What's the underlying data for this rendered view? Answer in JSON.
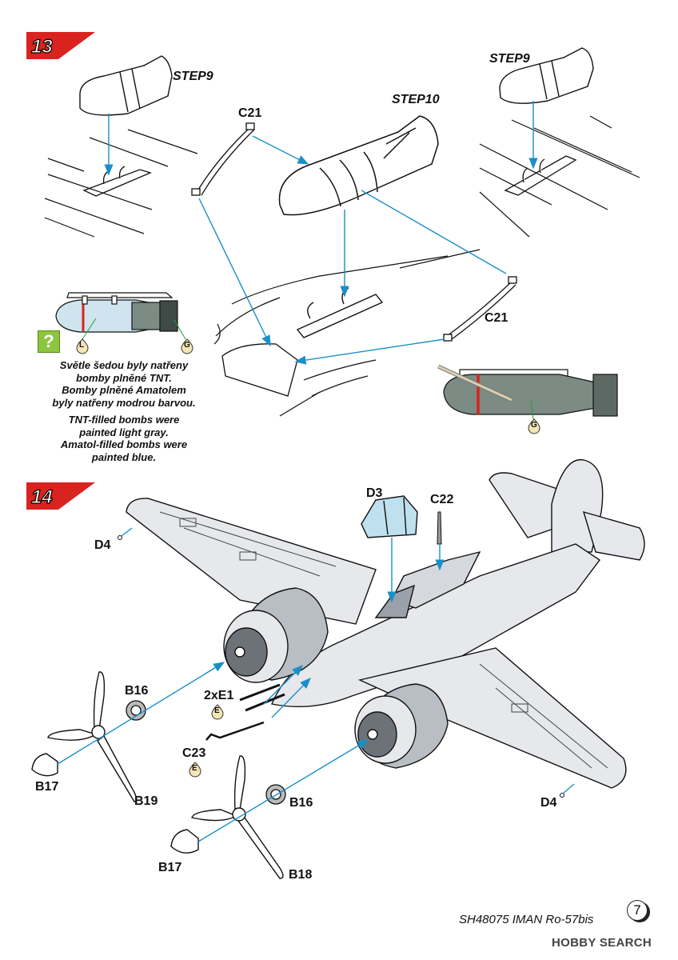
{
  "steps": {
    "step13": "13",
    "step14": "14"
  },
  "labels": {
    "step9_left": "STEP9",
    "step9_right": "STEP9",
    "step10": "STEP10",
    "c21_top": "C21",
    "c21_right": "C21",
    "d3": "D3",
    "c22": "C22",
    "d4_left": "D4",
    "d4_right": "D4",
    "b16_left": "B16",
    "b16_right": "B16",
    "e1": "2xE1",
    "c23": "C23",
    "b17_left": "B17",
    "b17_right": "B17",
    "b18": "B18",
    "b19": "B19"
  },
  "paint_codes": {
    "l": "L",
    "g_left": "G",
    "g_right": "G",
    "e1": "E",
    "c23": "E"
  },
  "notes": {
    "cz_1": "Světle šedou byly natřeny",
    "cz_2": "bomby plněné TNT.",
    "cz_3": "Bomby plněné Amatolem",
    "cz_4": "byly natřeny modrou barvou.",
    "en_1": "TNT-filled bombs were",
    "en_2": "painted light gray.",
    "en_3": "Amatol-filled bombs were",
    "en_4": "painted blue."
  },
  "help_icon": "?",
  "footer": {
    "product": "SH48075 IMAN Ro-57bis",
    "page": "7",
    "brand": "HOBBY SEARCH"
  },
  "colors": {
    "badge_red": "#d9231f",
    "leader_blue": "#1a8fc8",
    "bomb_gray": "#7c8b84",
    "bomb_light_blue": "#cfe4ee",
    "aircraft_gray": "#e6e8ec",
    "canopy_blue": "#bfe0ee",
    "paint_cream": "#f3e6b4",
    "help_green": "#8cc63f"
  }
}
